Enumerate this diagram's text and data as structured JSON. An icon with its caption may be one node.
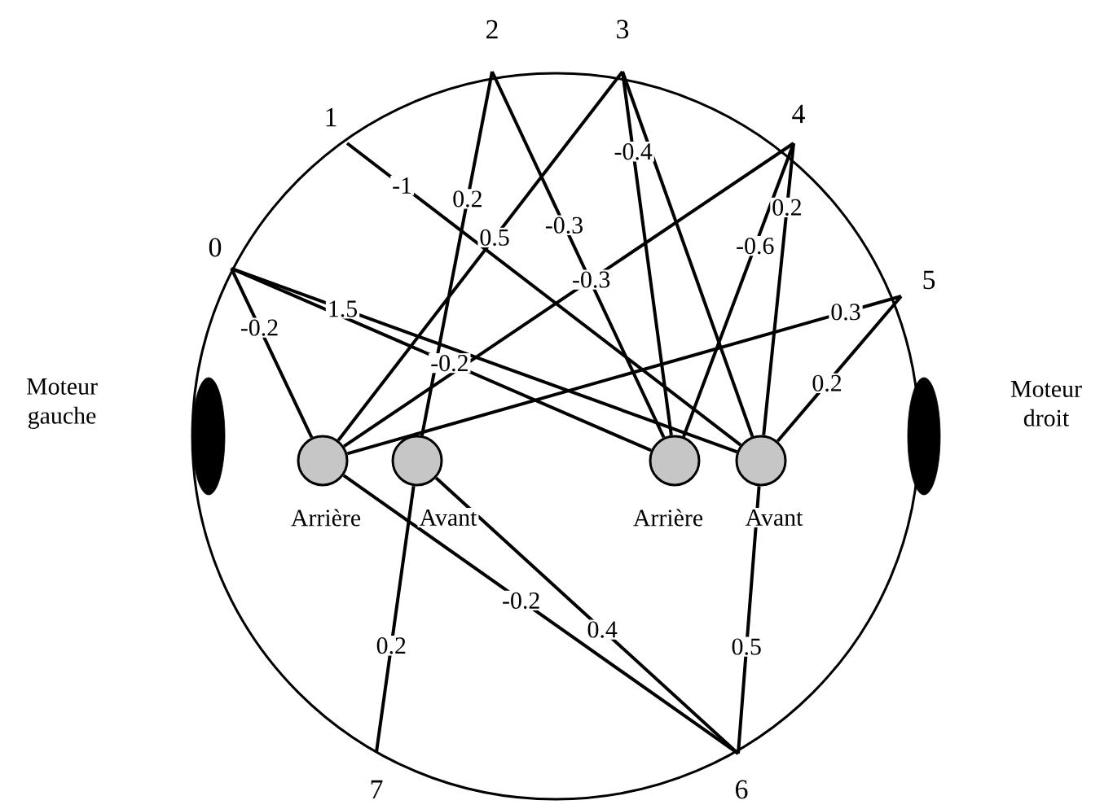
{
  "diagram": {
    "nodes": [
      {
        "text": [
          "0"
        ]
      },
      {
        "text": [
          "1"
        ]
      },
      {
        "text": [
          "2"
        ]
      },
      {
        "text": [
          "3"
        ]
      },
      {
        "text": [
          "4"
        ]
      },
      {
        "text": [
          "5"
        ]
      },
      {
        "text": [
          "6"
        ]
      },
      {
        "text": [
          "7"
        ]
      },
      {
        "text": [],
        "shape": "ellipse",
        "beside": [
          "Moteur gauche"
        ]
      },
      {
        "text": [],
        "shape": "ellipse",
        "beside": [
          "Moteur droit"
        ]
      },
      {
        "text": [],
        "shape": "circle",
        "beside": [
          "Arrière"
        ]
      },
      {
        "text": [],
        "shape": "circle",
        "beside": [
          "Avant"
        ]
      },
      {
        "text": [],
        "shape": "circle",
        "beside": [
          "Arrière"
        ]
      },
      {
        "text": [],
        "shape": "circle",
        "beside": [
          "Avant"
        ]
      }
    ],
    "edges": [
      {
        "from": 0,
        "to": 10,
        "arrow": "none",
        "label": "-0.2"
      },
      {
        "from": 0,
        "to": 13,
        "arrow": "none",
        "label": "1.5"
      },
      {
        "from": 0,
        "to": 12,
        "arrow": "none",
        "label": "-0.2"
      },
      {
        "from": 1,
        "to": 13,
        "arrow": "none",
        "label": "-1"
      },
      {
        "from": 2,
        "to": 11,
        "arrow": "none",
        "label": "0.2"
      },
      {
        "from": 2,
        "to": 12,
        "arrow": "none",
        "label": "-0.3"
      },
      {
        "from": 3,
        "to": 10,
        "arrow": "none",
        "label": "0.5"
      },
      {
        "from": 3,
        "to": 12,
        "arrow": "none",
        "label": "-0.4"
      },
      {
        "from": 3,
        "to": 13,
        "arrow": "none"
      },
      {
        "from": 4,
        "to": 10,
        "arrow": "none",
        "label": "-0.3"
      },
      {
        "from": 4,
        "to": 12,
        "arrow": "none",
        "label": "-0.6"
      },
      {
        "from": 4,
        "to": 13,
        "arrow": "none",
        "label": "0.2"
      },
      {
        "from": 5,
        "to": 10,
        "arrow": "none",
        "label": "0.3"
      },
      {
        "from": 5,
        "to": 13,
        "arrow": "none",
        "label": "0.2"
      },
      {
        "from": 6,
        "to": 10,
        "arrow": "none",
        "label": "-0.2"
      },
      {
        "from": 6,
        "to": 11,
        "arrow": "none",
        "label": "0.4"
      },
      {
        "from": 6,
        "to": 13,
        "arrow": "none",
        "label": "0.5"
      },
      {
        "from": 7,
        "to": 11,
        "arrow": "none",
        "label": "0.2"
      }
    ]
  }
}
